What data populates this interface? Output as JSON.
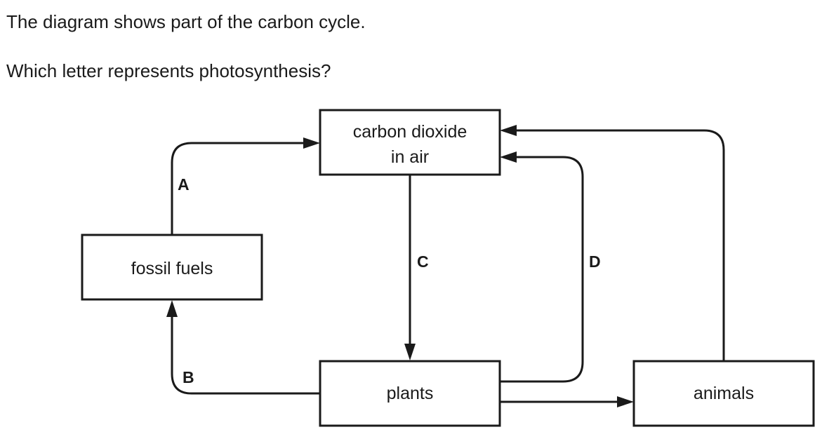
{
  "question": {
    "intro": "The diagram shows part of the carbon cycle.",
    "prompt": "Which letter represents photosynthesis?"
  },
  "diagram": {
    "nodes": {
      "carbon_dioxide": {
        "line1": "carbon dioxide",
        "line2": "in air"
      },
      "fossil_fuels": {
        "label": "fossil fuels"
      },
      "plants": {
        "label": "plants"
      },
      "animals": {
        "label": "animals"
      }
    },
    "arrows": {
      "a": "A",
      "b": "B",
      "c": "C",
      "d": "D"
    }
  }
}
